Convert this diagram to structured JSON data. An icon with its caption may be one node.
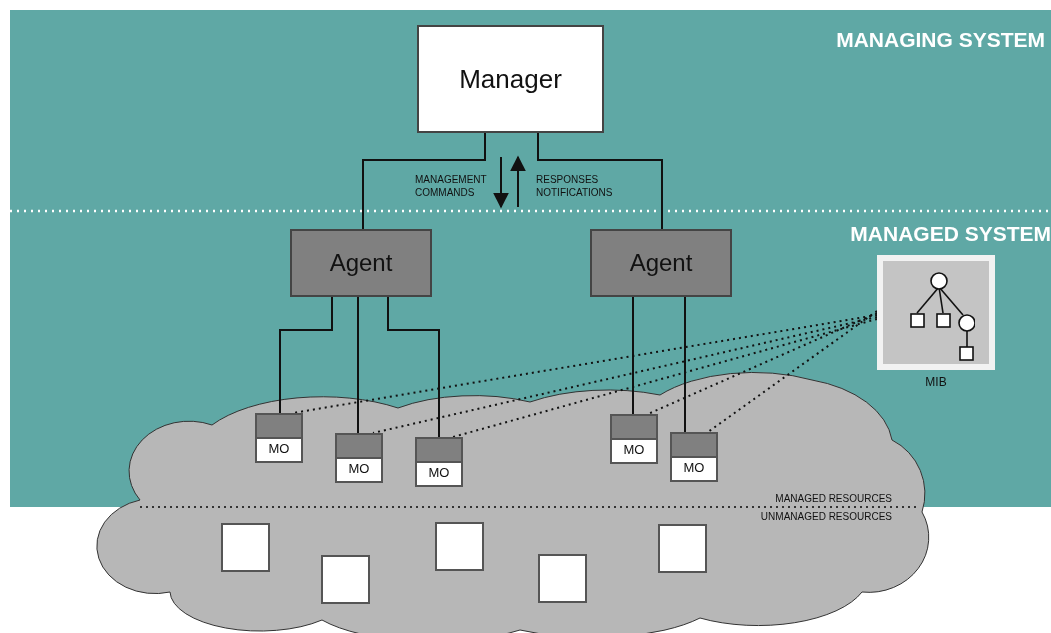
{
  "diagram": {
    "nodes": [
      {
        "text": [
          "Manager"
        ]
      },
      {
        "text": [
          "Agent"
        ]
      },
      {
        "text": [
          "Agent"
        ]
      },
      {
        "text": [
          "MIB"
        ]
      },
      {
        "text": [
          "MO"
        ]
      },
      {
        "text": [
          "MO"
        ]
      },
      {
        "text": [
          "MO"
        ]
      },
      {
        "text": [
          "MO"
        ]
      },
      {
        "text": [
          "MO"
        ]
      },
      {
        "text": [],
        "shape": "box"
      },
      {
        "text": [],
        "shape": "box"
      },
      {
        "text": [],
        "shape": "box"
      },
      {
        "text": [],
        "shape": "box"
      },
      {
        "text": [],
        "shape": "box"
      }
    ],
    "edges": [
      {
        "from": 0,
        "to": 1,
        "arrow": "none"
      },
      {
        "from": 0,
        "to": 2,
        "arrow": "none"
      },
      {
        "from": 1,
        "to": 4,
        "arrow": "none"
      },
      {
        "from": 1,
        "to": 5,
        "arrow": "none"
      },
      {
        "from": 1,
        "to": 6,
        "arrow": "none"
      },
      {
        "from": 2,
        "to": 7,
        "arrow": "none"
      },
      {
        "from": 2,
        "to": 8,
        "arrow": "none"
      },
      {
        "from": 3,
        "to": 4,
        "arrow": "none",
        "style": "dashed"
      },
      {
        "from": 3,
        "to": 5,
        "arrow": "none",
        "style": "dashed"
      },
      {
        "from": 3,
        "to": 6,
        "arrow": "none",
        "style": "dashed"
      },
      {
        "from": 3,
        "to": 7,
        "arrow": "none",
        "style": "dashed"
      },
      {
        "from": 3,
        "to": 8,
        "arrow": "none",
        "style": "dashed"
      }
    ],
    "labels": [
      "MANAGING SYSTEM",
      "MANAGEMENT COMMANDS",
      "RESPONSES NOTIFICATIONS",
      "MANAGED SYSTEM",
      "MANAGED RESOURCES",
      "UNMANAGED RESOURCES"
    ]
  }
}
